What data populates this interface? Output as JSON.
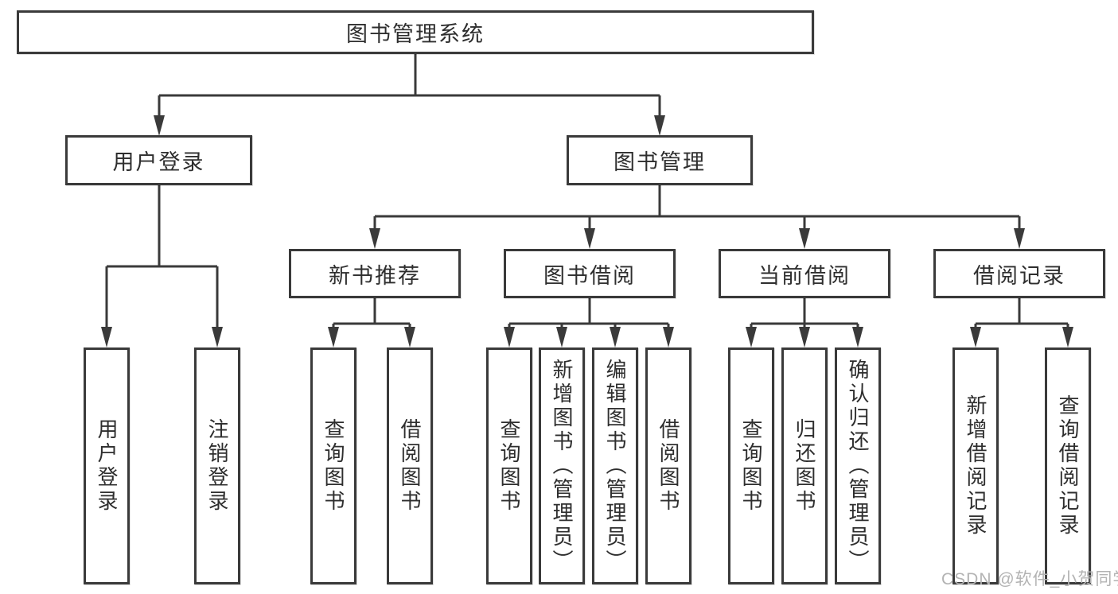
{
  "diagram": {
    "tree": {
      "label": "图书管理系统",
      "children": [
        {
          "label": "用户登录",
          "children": [
            {
              "label": "用户登录"
            },
            {
              "label": "注销登录"
            }
          ]
        },
        {
          "label": "图书管理",
          "children": [
            {
              "label": "新书推荐",
              "children": [
                {
                  "label": "查询图书"
                },
                {
                  "label": "借阅图书"
                }
              ]
            },
            {
              "label": "图书借阅",
              "children": [
                {
                  "label": "查询图书"
                },
                {
                  "label": "新增图书（管理员）"
                },
                {
                  "label": "编辑图书（管理员）"
                },
                {
                  "label": "借阅图书"
                }
              ]
            },
            {
              "label": "当前借阅",
              "children": [
                {
                  "label": "查询图书"
                },
                {
                  "label": "归还图书"
                },
                {
                  "label": "确认归还（管理员）"
                }
              ]
            },
            {
              "label": "借阅记录",
              "children": [
                {
                  "label": "新增借阅记录"
                },
                {
                  "label": "查询借阅记录"
                }
              ]
            }
          ]
        }
      ]
    },
    "colors": {
      "line": "#3a3a3a",
      "text": "#2e2e2e",
      "box_background": "#ffffff",
      "page_background": "#ffffff",
      "watermark": "#b3b3b3"
    },
    "watermark": {
      "text": "CSDN @软件_小贺同学"
    }
  }
}
